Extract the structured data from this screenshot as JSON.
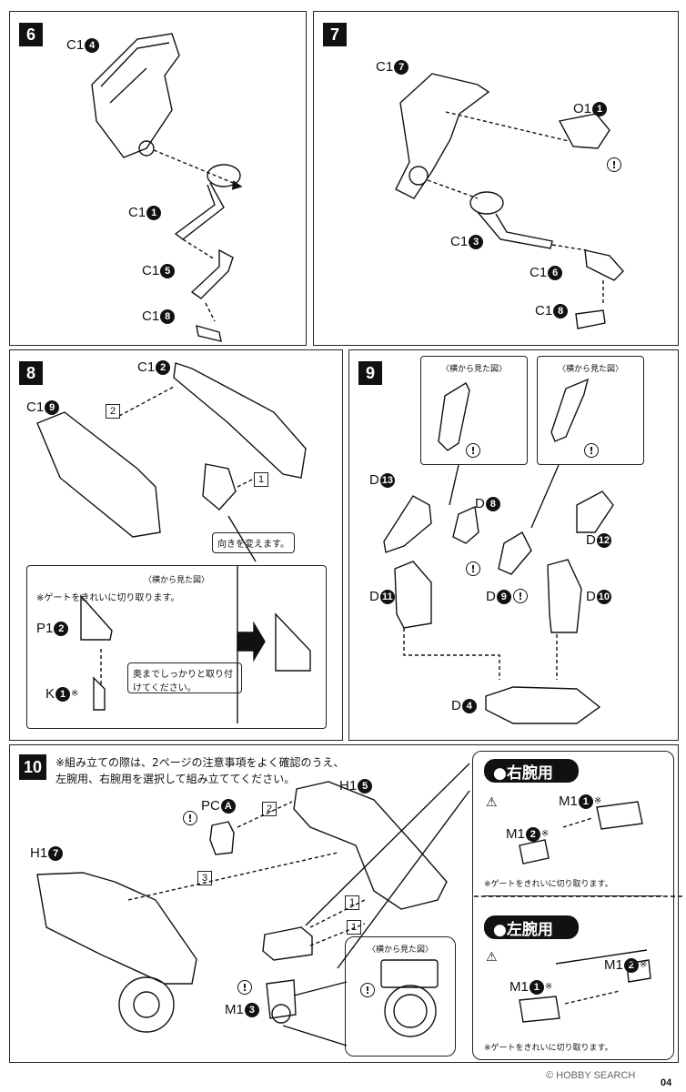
{
  "steps": {
    "s6": {
      "num": "6",
      "labels": {
        "c1_4": "C1",
        "c1_1": "C1",
        "c1_5": "C1",
        "c1_8": "C1"
      },
      "nums": {
        "c1_4": "4",
        "c1_1": "1",
        "c1_5": "5",
        "c1_8": "8"
      }
    },
    "s7": {
      "num": "7",
      "labels": {
        "c1_7": "C1",
        "o1_1": "O1",
        "c1_3": "C1",
        "c1_6": "C1",
        "c1_8": "C1"
      },
      "nums": {
        "c1_7": "7",
        "o1_1": "1",
        "c1_3": "3",
        "c1_6": "6",
        "c1_8": "8"
      }
    },
    "s8": {
      "num": "8",
      "labels": {
        "c1_2": "C1",
        "c1_9": "C1",
        "p1_2": "P1",
        "k1_1": "K"
      },
      "nums": {
        "c1_2": "2",
        "c1_9": "9",
        "p1_2": "2",
        "k1_1": "1"
      },
      "order": {
        "a": "2",
        "b": "1"
      },
      "turn_note": "向きを変えます。",
      "side_view_title": "〈横から見た図〉",
      "gate_note": "※ゲートをきれいに切り取ります。",
      "insert_note": "奥までしっかりと取り付けてください。",
      "k_mark": "※"
    },
    "s9": {
      "num": "9",
      "side_view_a": "〈横から見た図〉",
      "side_view_b": "〈横から見た図〉",
      "labels": {
        "d13": "D",
        "d8": "D",
        "d12": "D",
        "d11": "D",
        "d9": "D",
        "d10": "D",
        "d4": "D"
      },
      "nums": {
        "d13": "13",
        "d8": "8",
        "d12": "12",
        "d11": "11",
        "d9": "9",
        "d10": "10",
        "d4": "4"
      }
    },
    "s10": {
      "num": "10",
      "warning_line1": "※組み立ての際は、2ページの注意事項をよく確認のうえ、",
      "warning_line2": "左腕用、右腕用を選択して組み立ててください。",
      "labels": {
        "pca": "PC",
        "h1_5": "H1",
        "h1_7": "H1",
        "m1_3": "M1"
      },
      "nums": {
        "pca": "A",
        "h1_5": "5",
        "h1_7": "7",
        "m1_3": "3"
      },
      "order": {
        "a": "2",
        "b": "3",
        "c": "1",
        "d": "1"
      },
      "side_view": "〈横から見た図〉",
      "right_title": "●右腕用",
      "left_title": "●左腕用",
      "right_labels": {
        "m1_1": "M1",
        "m1_2": "M1"
      },
      "right_nums": {
        "m1_1": "1",
        "m1_2": "2"
      },
      "left_labels": {
        "m1_1": "M1",
        "m1_2": "M1"
      },
      "left_nums": {
        "m1_1": "1",
        "m1_2": "2"
      },
      "mark": "※",
      "gate_note_r": "※ゲートをきれいに切り取ります。",
      "gate_note_l": "※ゲートをきれいに切り取ります。"
    }
  },
  "footer": {
    "watermark": "© HOBBY SEARCH",
    "page": "04"
  }
}
